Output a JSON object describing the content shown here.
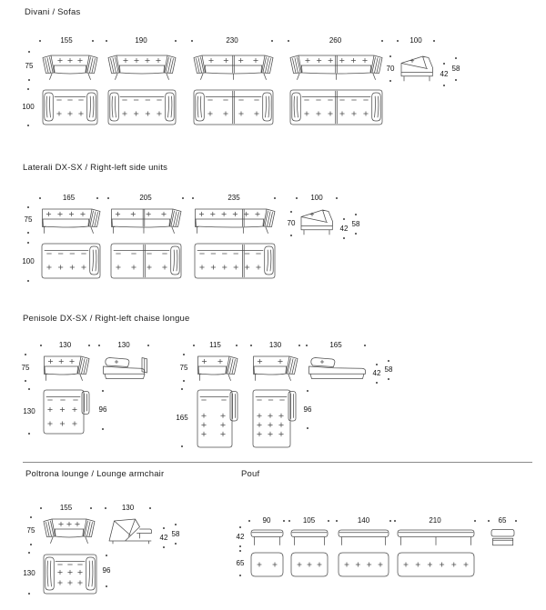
{
  "sections": {
    "divani": {
      "title": "Divani / Sofas",
      "w1": "155",
      "w2": "190",
      "w3": "230",
      "w4": "260",
      "side_w": "100",
      "front_h": "75",
      "top_d": "100",
      "side_h": "70",
      "seat_h": "42",
      "back_h": "58"
    },
    "laterali": {
      "title": "Laterali DX-SX / Right-left side units",
      "w1": "165",
      "w2": "205",
      "w3": "235",
      "side_w": "100",
      "front_h": "75",
      "top_d": "100",
      "side_h": "70",
      "seat_h": "42",
      "back_h": "58"
    },
    "penisole": {
      "title": "Penisole DX-SX / Right-left chaise longue",
      "left": {
        "front_w": "130",
        "side_w": "130",
        "front_h": "75",
        "top_d": "130",
        "seat_d": "96"
      },
      "right": {
        "front_w1": "115",
        "front_w2": "130",
        "side_w": "165",
        "front_h": "75",
        "top_d": "165",
        "seat_d": "96",
        "seat_h": "42",
        "back_h": "58"
      }
    },
    "poltrona": {
      "title": "Poltrona lounge / Lounge armchair",
      "front_w": "155",
      "side_w": "130",
      "front_h": "75",
      "top_d": "130",
      "seat_d": "96",
      "seat_h": "42",
      "back_h": "58"
    },
    "pouf": {
      "title": "Pouf",
      "w1": "90",
      "w2": "105",
      "w3": "140",
      "w4": "210",
      "w5": "65",
      "front_h": "42",
      "top_d": "65"
    }
  }
}
